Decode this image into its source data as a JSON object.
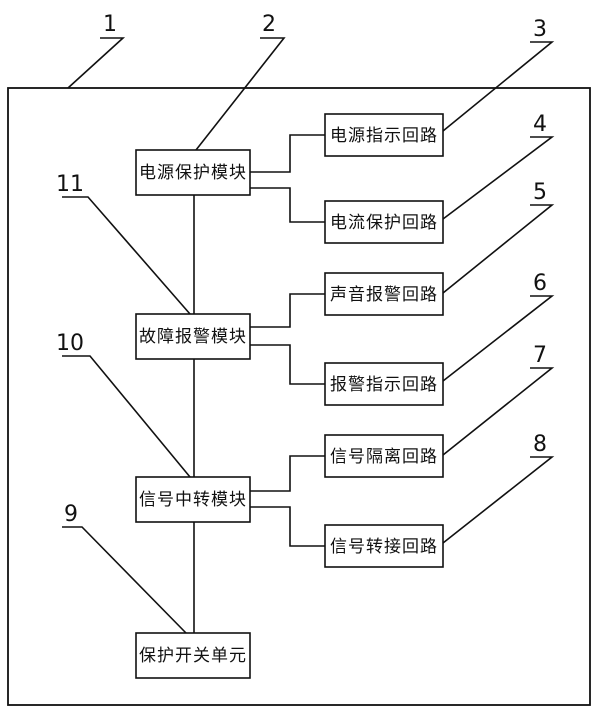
{
  "modules": {
    "power_protection": "电源保护模块",
    "fault_alarm": "故障报警模块",
    "signal_relay": "信号中转模块",
    "protection_switch": "保护开关单元"
  },
  "circuits": {
    "power_indicator": "电源指示回路",
    "current_protection": "电流保护回路",
    "sound_alarm": "声音报警回路",
    "alarm_indicator": "报警指示回路",
    "signal_isolation": "信号隔离回路",
    "signal_transfer": "信号转接回路"
  },
  "refs": {
    "r1": "1",
    "r2": "2",
    "r3": "3",
    "r4": "4",
    "r5": "5",
    "r6": "6",
    "r7": "7",
    "r8": "8",
    "r9": "9",
    "r10": "10",
    "r11": "11"
  }
}
